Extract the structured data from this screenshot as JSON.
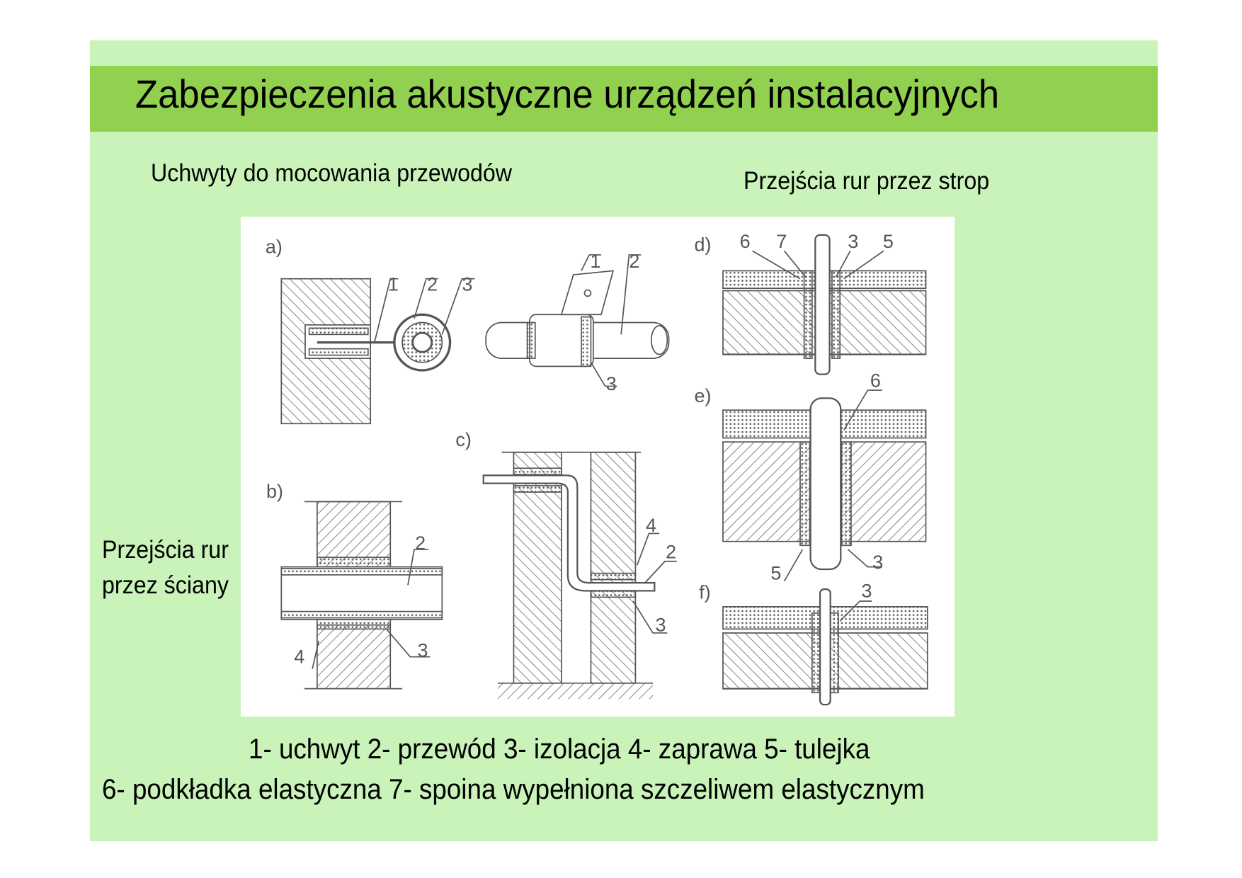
{
  "slide": {
    "title": "Zabezpieczenia akustyczne urządzeń instalacyjnych",
    "heading_left": "Uchwyty do mocowania przewodów",
    "heading_right": "Przejścia rur przez strop",
    "side_label_line1": "Przejścia rur",
    "side_label_line2": "przez ściany",
    "legend_line1": "1- uchwyt  2- przewód  3- izolacja  4- zaprawa  5- tulejka",
    "legend_line2": "6- podkładka elastyczna  7- spoina wypełniona szczeliwem elastycznym"
  },
  "colors": {
    "slide_background": "#c9f3b9",
    "title_band": "#92d050",
    "drawing_background": "#ffffff"
  },
  "diagram": {
    "panels": {
      "a": "a)",
      "b": "b)",
      "c": "c)",
      "d": "d)",
      "e": "e)",
      "f": "f)"
    },
    "a_labels": [
      "1",
      "2",
      "3"
    ],
    "a2_labels": [
      "1",
      "2",
      "3"
    ],
    "b_labels": [
      "2",
      "3",
      "4"
    ],
    "c_labels": [
      "4",
      "2",
      "3"
    ],
    "d_labels": [
      "6",
      "7",
      "3",
      "5"
    ],
    "e_labels": [
      "6",
      "5",
      "3"
    ],
    "f_labels": [
      "3"
    ]
  }
}
